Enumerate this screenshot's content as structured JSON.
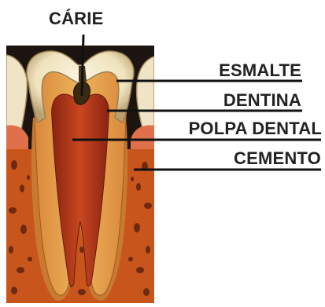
{
  "labels": {
    "carie": "CÁRIE",
    "esmalte": "ESMALTE",
    "dentina": "DENTINA",
    "polpa": "POLPA DENTAL",
    "cemento": "CEMENTO"
  },
  "colors": {
    "background": "#ffffff",
    "dark_background": "#1c1410",
    "bone": "#c8561c",
    "bone_spots": "#6e2a10",
    "gum": "#e0704a",
    "enamel": "#f3ead0",
    "enamel_shadow": "#b8a070",
    "dentin": "#e6a84e",
    "dentin_shade": "#d88a38",
    "pulp": "#c0401e",
    "pulp_dark": "#8a2412",
    "cementum": "#c77a30",
    "caries": "#3a2a12",
    "leader_line": "#111111",
    "text": "#222222"
  }
}
